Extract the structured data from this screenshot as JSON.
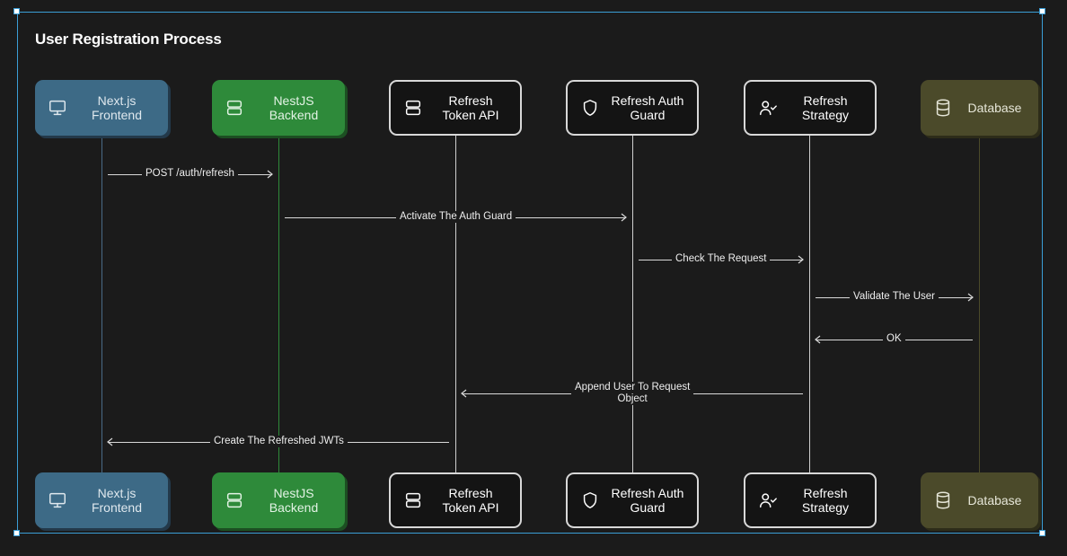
{
  "diagram": {
    "title": "User Registration Process",
    "colors": {
      "background": "#1b1b1b",
      "frame": "#3b9ed6",
      "frontend": "#3d6a86",
      "backend": "#2e8a3a",
      "database": "#4b4a2a",
      "component_border": "#d8d8d8",
      "arrow": "#d9d9d9"
    },
    "participants": [
      {
        "id": "frontend",
        "label": "Next.js\nFrontend",
        "icon": "monitor-icon",
        "style": "blue"
      },
      {
        "id": "backend",
        "label": "NestJS\nBackend",
        "icon": "server-icon",
        "style": "green"
      },
      {
        "id": "token_api",
        "label": "Refresh\nToken API",
        "icon": "server-icon",
        "style": "dark"
      },
      {
        "id": "auth_guard",
        "label": "Refresh Auth\nGuard",
        "icon": "shield-icon",
        "style": "dark"
      },
      {
        "id": "strategy",
        "label": "Refresh\nStrategy",
        "icon": "user-check-icon",
        "style": "dark"
      },
      {
        "id": "database",
        "label": "Database",
        "icon": "database-icon",
        "style": "olive"
      }
    ],
    "messages": [
      {
        "from": "frontend",
        "to": "backend",
        "label": "POST /auth/refresh"
      },
      {
        "from": "backend",
        "to": "auth_guard",
        "label": "Activate The Auth Guard"
      },
      {
        "from": "auth_guard",
        "to": "strategy",
        "label": "Check The Request"
      },
      {
        "from": "strategy",
        "to": "database",
        "label": "Validate The User"
      },
      {
        "from": "database",
        "to": "strategy",
        "label": "OK"
      },
      {
        "from": "strategy",
        "to": "token_api",
        "label": "Append User To Request\nObject"
      },
      {
        "from": "token_api",
        "to": "frontend",
        "label": "Create The Refreshed JWTs"
      }
    ]
  }
}
